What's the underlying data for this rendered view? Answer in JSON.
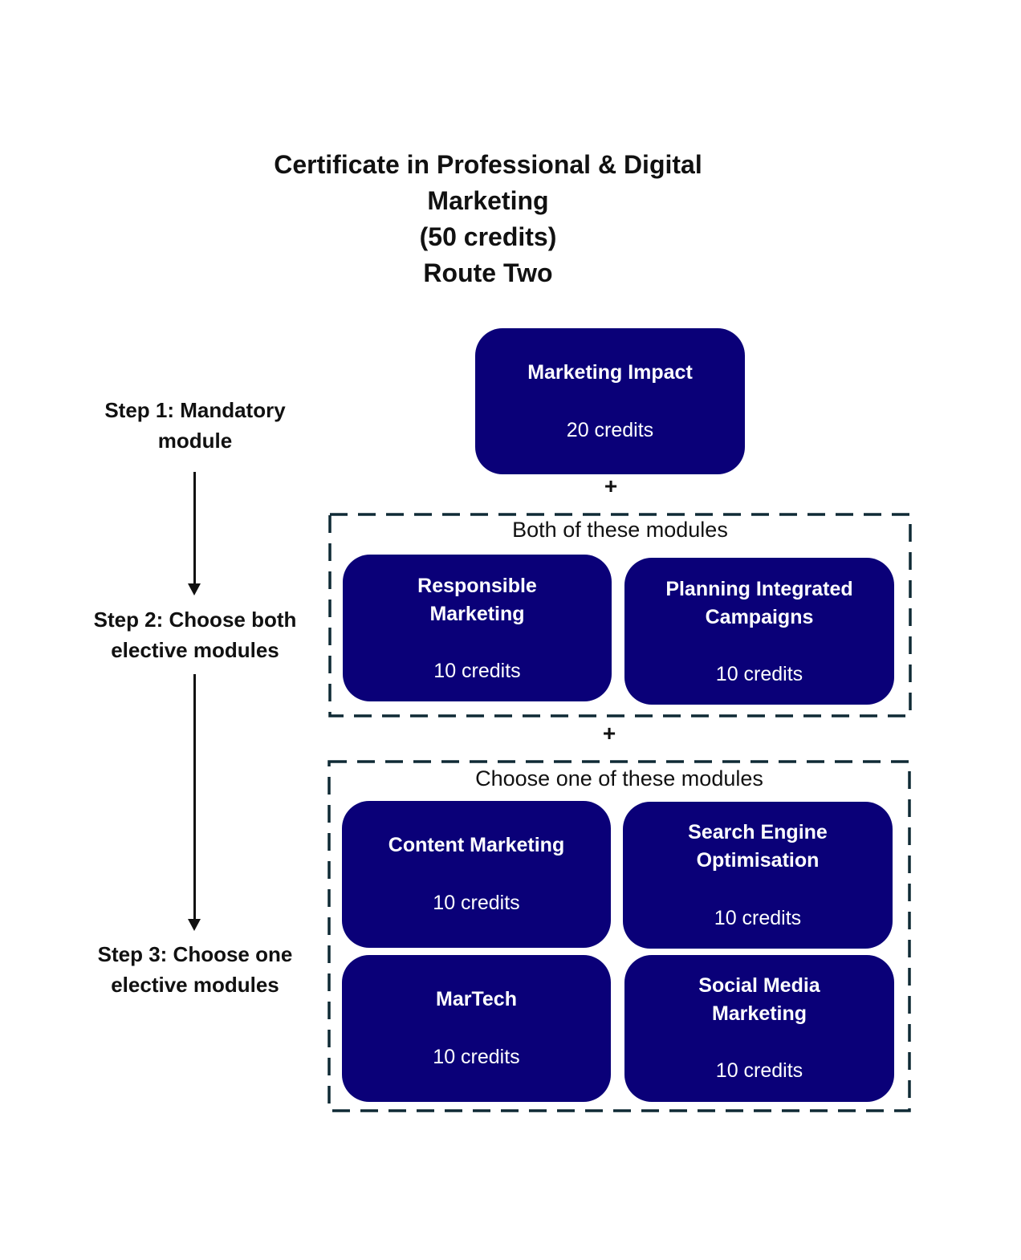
{
  "title": {
    "lines": [
      "Certificate in Professional & Digital",
      "Marketing",
      "(50 credits)",
      "Route Two"
    ]
  },
  "steps": [
    {
      "lines": [
        "Step 1: Mandatory",
        "module"
      ]
    },
    {
      "lines": [
        "Step 2: Choose both",
        "elective modules"
      ]
    },
    {
      "lines": [
        "Step 3: Choose one",
        "elective modules"
      ]
    }
  ],
  "connectors": {
    "plus": "+"
  },
  "colors": {
    "module_fill": "#0a0078",
    "module_text": "#ffffff",
    "group_border": "#0f2a35",
    "text": "#111111"
  },
  "mandatory": {
    "name": "Marketing Impact",
    "credits": "20 credits"
  },
  "group_both": {
    "label": "Both of these modules",
    "modules": [
      {
        "name_lines": [
          "Responsible",
          "Marketing"
        ],
        "credits": "10 credits"
      },
      {
        "name_lines": [
          "Planning Integrated",
          "Campaigns"
        ],
        "credits": "10 credits"
      }
    ]
  },
  "group_one": {
    "label": "Choose one of these modules",
    "modules": [
      {
        "name_lines": [
          "Content Marketing"
        ],
        "credits": "10 credits"
      },
      {
        "name_lines": [
          "Search Engine",
          "Optimisation"
        ],
        "credits": "10 credits"
      },
      {
        "name_lines": [
          "MarTech"
        ],
        "credits": "10 credits"
      },
      {
        "name_lines": [
          "Social Media",
          "Marketing"
        ],
        "credits": "10 credits"
      }
    ]
  }
}
